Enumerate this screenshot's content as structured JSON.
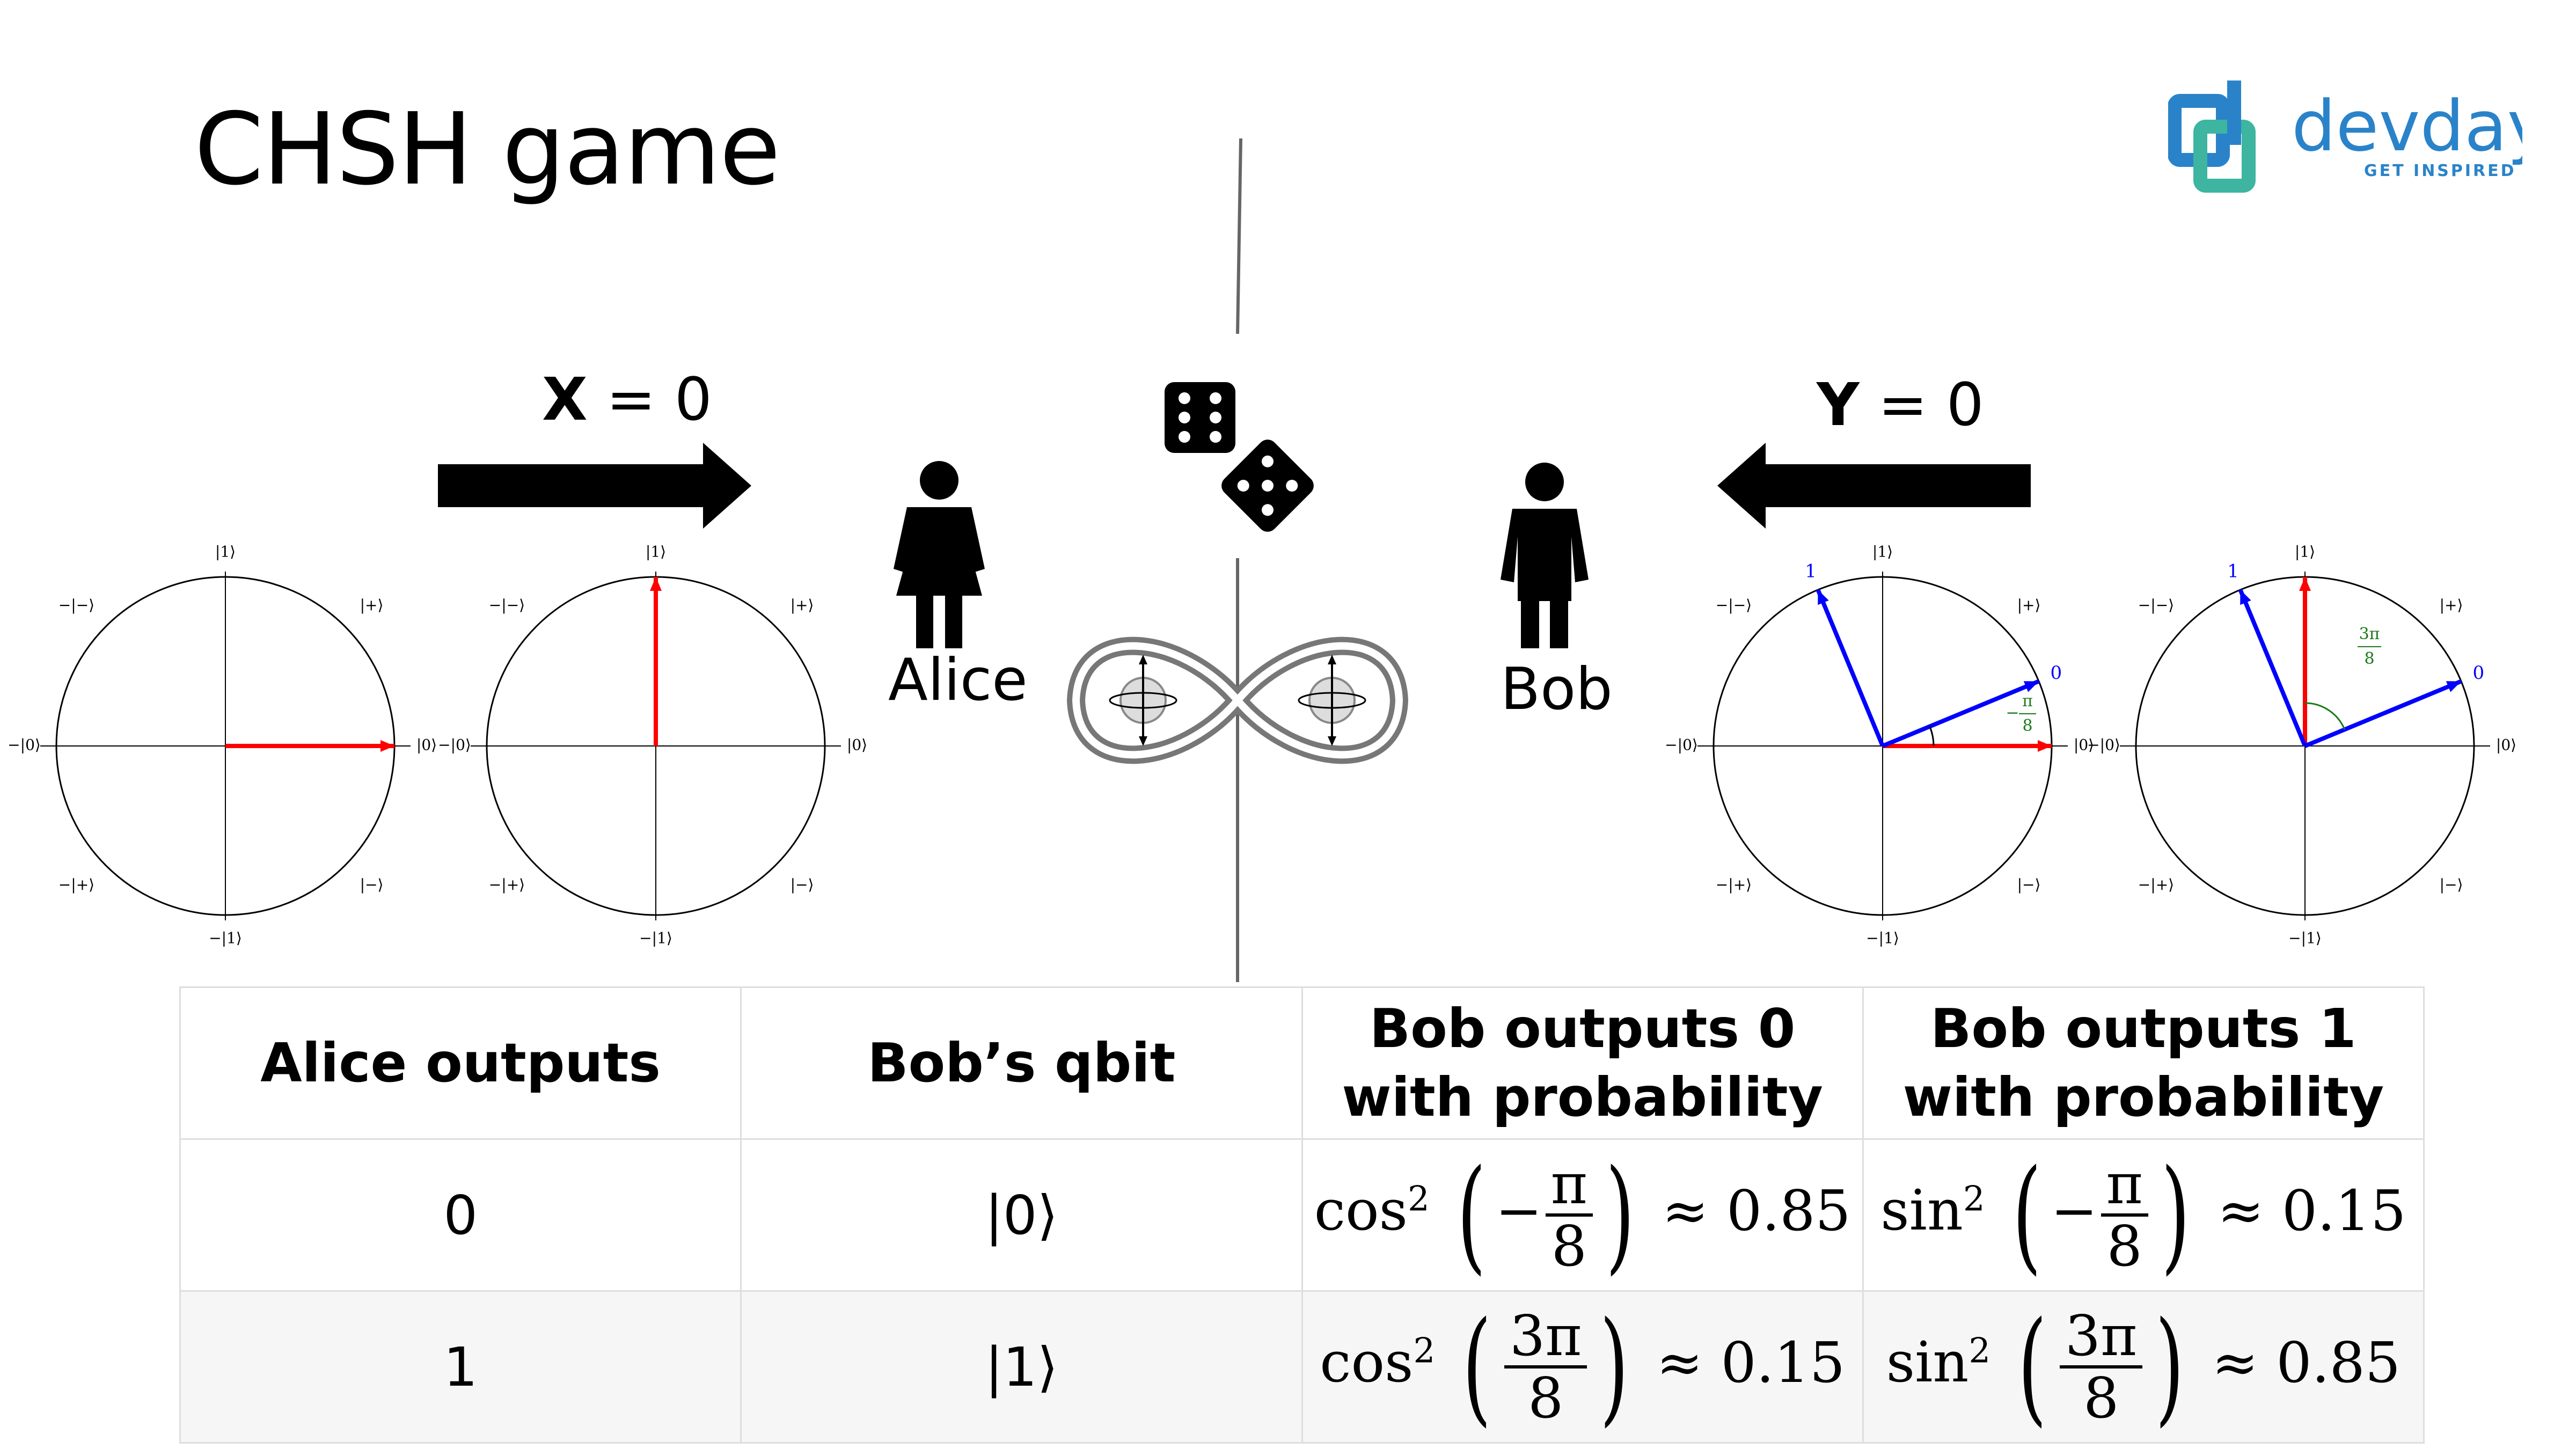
{
  "title": "CHSH game",
  "logo": {
    "name": "devday",
    "tagline": "GET INSPIRED",
    "color_dark": "#2a83c9",
    "color_green": "#3db5a0"
  },
  "alice": {
    "label": "Alice",
    "input_var": "X",
    "input_eq": " = 0"
  },
  "bob": {
    "label": "Bob",
    "input_var": "Y",
    "input_eq": " = 0"
  },
  "circle_labels": {
    "top": "|1⟩",
    "bottom": "−|1⟩",
    "right": "|0⟩",
    "left": "−|0⟩",
    "top_right": "|+⟩",
    "top_left": "−|−⟩",
    "bottom_left": "−|+⟩",
    "bottom_right": "|−⟩"
  },
  "bob_basis": {
    "vec0_label": "0",
    "vec1_label": "1",
    "angle_small_num": "π",
    "angle_small_den": "8",
    "angle_small_sign": "−",
    "angle_large_num": "3π",
    "angle_large_den": "8"
  },
  "colors": {
    "red": "#ff0000",
    "blue": "#0000ff",
    "green": "#1a7a1a"
  },
  "table": {
    "headers": [
      "Alice outputs",
      "Bob’s qbit",
      "Bob outputs 0 with probability",
      "Bob outputs 1 with probability"
    ],
    "rows": [
      {
        "alice": "0",
        "qbit": "|0⟩",
        "p0": {
          "fn": "cos",
          "exp": "2",
          "sign": "−",
          "num": "π",
          "den": "8",
          "approx": "≈ 0.85"
        },
        "p1": {
          "fn": "sin",
          "exp": "2",
          "sign": "−",
          "num": "π",
          "den": "8",
          "approx": "≈ 0.15"
        }
      },
      {
        "alice": "1",
        "qbit": "|1⟩",
        "p0": {
          "fn": "cos",
          "exp": "2",
          "sign": "",
          "num": "3π",
          "den": "8",
          "approx": "≈ 0.15"
        },
        "p1": {
          "fn": "sin",
          "exp": "2",
          "sign": "",
          "num": "3π",
          "den": "8",
          "approx": "≈ 0.85"
        }
      }
    ]
  }
}
